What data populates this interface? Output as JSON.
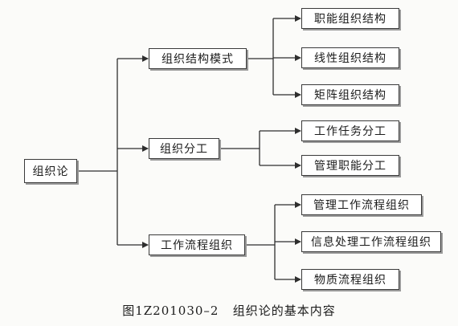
{
  "diagram": {
    "root": "组织论",
    "branches": [
      {
        "label": "组织结构模式",
        "children": [
          "职能组织结构",
          "线性组织结构",
          "矩阵组织结构"
        ]
      },
      {
        "label": "组织分工",
        "children": [
          "工作任务分工",
          "管理职能分工"
        ]
      },
      {
        "label": "工作流程组织",
        "children": [
          "管理工作流程组织",
          "信息处理工作流程组织",
          "物质流程组织"
        ]
      }
    ]
  },
  "caption": {
    "figure_number": "图1Z201030–2",
    "title": "组织论的基本内容"
  },
  "colors": {
    "line": "#2e2e2e",
    "border": "#3a3a3a",
    "shadow": "#9a9a9a"
  }
}
